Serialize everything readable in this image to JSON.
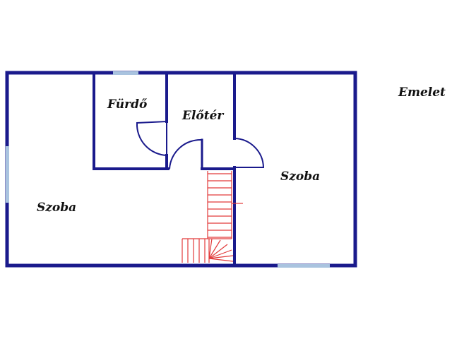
{
  "floor_label": "Emelet",
  "rooms": {
    "bathroom": "Fürdő",
    "hall": "Előtér",
    "room_left": "Szoba",
    "room_right": "Szoba"
  },
  "colors": {
    "wall": "#1a1a8c",
    "window": "#a9c3df",
    "stairs": "#e23b3b",
    "door": "#1a1a8c"
  }
}
